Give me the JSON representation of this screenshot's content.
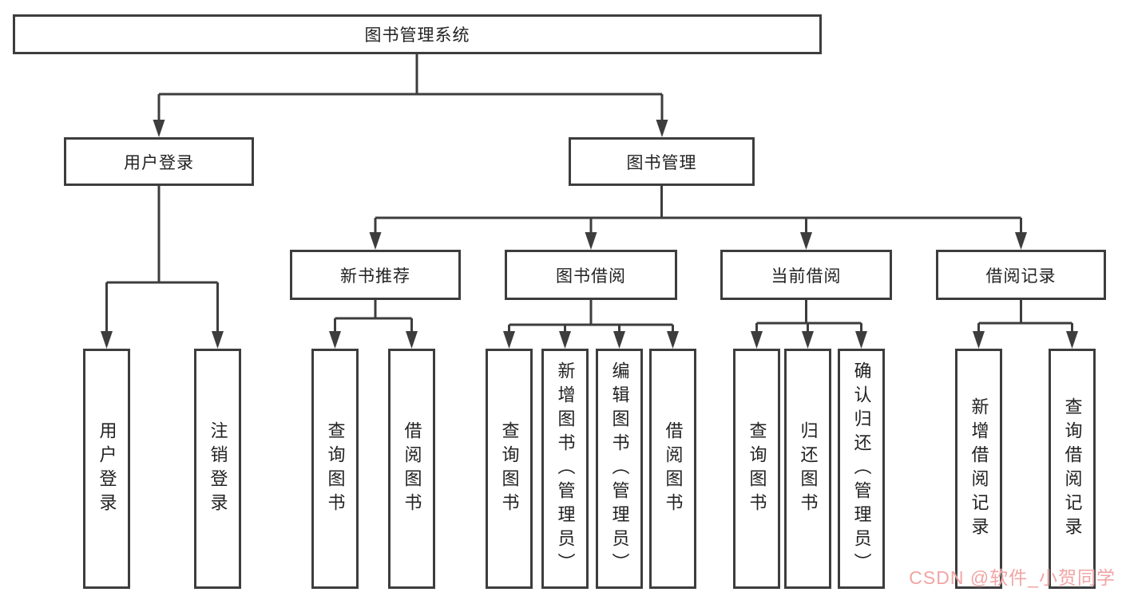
{
  "diagram": {
    "title": "图书管理系统",
    "tree": {
      "label": "图书管理系统",
      "children": [
        {
          "label": "用户登录",
          "children": [
            {
              "label": "用户登录"
            },
            {
              "label": "注销登录"
            }
          ]
        },
        {
          "label": "图书管理",
          "children": [
            {
              "label": "新书推荐",
              "children": [
                {
                  "label": "查询图书"
                },
                {
                  "label": "借阅图书"
                }
              ]
            },
            {
              "label": "图书借阅",
              "children": [
                {
                  "label": "查询图书"
                },
                {
                  "label": "新增图书（管理员）"
                },
                {
                  "label": "编辑图书（管理员）"
                },
                {
                  "label": "借阅图书"
                }
              ]
            },
            {
              "label": "当前借阅",
              "children": [
                {
                  "label": "查询图书"
                },
                {
                  "label": "归还图书"
                },
                {
                  "label": "确认归还（管理员）"
                }
              ]
            },
            {
              "label": "借阅记录",
              "children": [
                {
                  "label": "新增借阅记录"
                },
                {
                  "label": "查询借阅记录"
                }
              ]
            }
          ]
        }
      ]
    },
    "colors": {
      "line": "#3d3d3d",
      "text": "#222222",
      "watermark": "#f2a4a4",
      "background": "#ffffff"
    }
  },
  "watermark": {
    "text": "CSDN @软件_小贺同学"
  }
}
